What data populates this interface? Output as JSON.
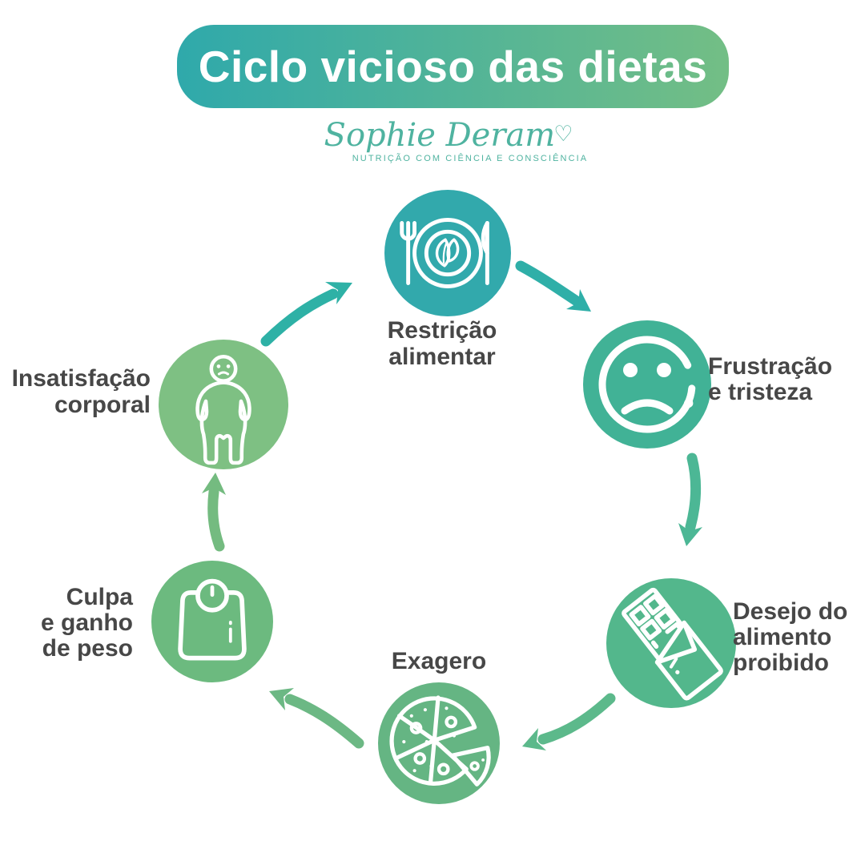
{
  "title": {
    "text": "Ciclo vicioso das dietas",
    "text_color": "#FFFFFF",
    "bg_gradient_start": "#2FA9AB",
    "bg_gradient_end": "#73BE85"
  },
  "logo": {
    "name": "Sophie Deram",
    "heart_icon": "♡",
    "tagline": "NUTRIÇÃO COM CIÊNCIA E CONSCIÊNCIA",
    "color": "#4FB3A0"
  },
  "cycle": {
    "label_color": "#474747",
    "steps": [
      {
        "name": "restricao-alimentar",
        "icon": "plate-salad-icon",
        "circle_color": "#32A9AC",
        "label_lines": [
          "Restrição",
          "alimentar"
        ]
      },
      {
        "name": "frustracao-tristeza",
        "icon": "sad-face-tear-icon",
        "circle_color": "#41B296",
        "label_lines": [
          "Frustração",
          "e tristeza"
        ]
      },
      {
        "name": "desejo-alimento-proibido",
        "icon": "chocolate-bar-icon",
        "circle_color": "#53B78C",
        "label_lines": [
          "Desejo do",
          "alimento",
          "proibido"
        ]
      },
      {
        "name": "exagero",
        "icon": "pizza-icon",
        "circle_color": "#65B583",
        "label_lines": [
          "Exagero"
        ]
      },
      {
        "name": "culpa-ganho-peso",
        "icon": "weight-scale-icon",
        "circle_color": "#6CBA7F",
        "label_lines": [
          "Culpa",
          "e ganho",
          "de peso"
        ]
      },
      {
        "name": "insatisfacao-corporal",
        "icon": "sad-body-icon",
        "circle_color": "#7EC083",
        "label_lines": [
          "Insatisfação",
          "corporal"
        ]
      }
    ],
    "arrows": [
      {
        "name": "arrow-insatisfacao-to-restricao",
        "color": "#2EB1A6"
      },
      {
        "name": "arrow-restricao-to-frustracao",
        "color": "#2FAFA8"
      },
      {
        "name": "arrow-frustracao-to-desejo",
        "color": "#4CB795"
      },
      {
        "name": "arrow-desejo-to-exagero",
        "color": "#5CB98B"
      },
      {
        "name": "arrow-exagero-to-culpa",
        "color": "#6CB884"
      },
      {
        "name": "arrow-culpa-to-insatisfacao",
        "color": "#74BB80"
      }
    ]
  }
}
